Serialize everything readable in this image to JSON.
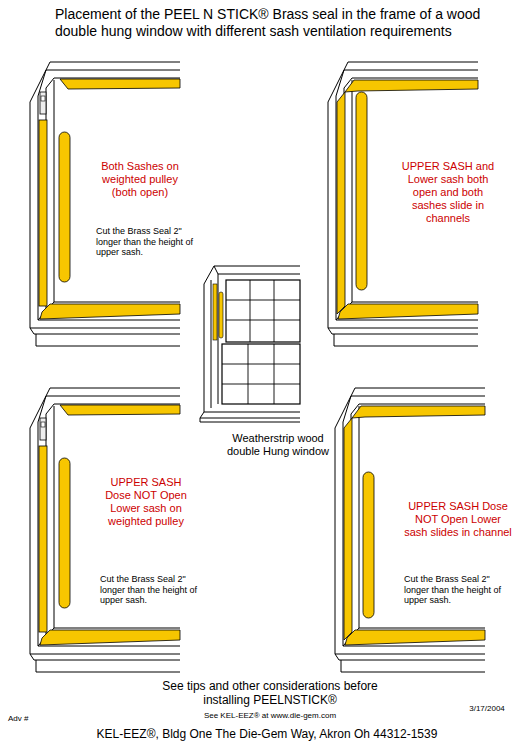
{
  "diagram": {
    "title": "Placement of the PEEL N STICK® Brass seal in the frame of a wood double hung window with different sash ventilation requirements",
    "labels": [
      "Both Sashes on weighted pulley (both open)",
      "UPPER SASH and Lower sash both open and both sashes slide in channels",
      "Cut the Brass Seal 2\" longer than the height of upper sash.",
      "Weatherstrip wood double Hung window",
      "UPPER SASH Dose NOT Open Lower sash on weighted pulley",
      "UPPER SASH Dose NOT Open Lower sash slides in channel",
      "Cut the Brass Seal 2\" longer than the height of upper sash.",
      "Cut the Brass Seal 2\" longer than the height of upper sash.",
      "See tips and other considerations before installing PEELNSTICK®",
      "See KEL-EEZ® at www.die-gem.com",
      "3/17/2004",
      "Adv #",
      "KEL-EEZ®, Bldg One The Die-Gem Way, Akron Oh 44312-1539"
    ]
  }
}
